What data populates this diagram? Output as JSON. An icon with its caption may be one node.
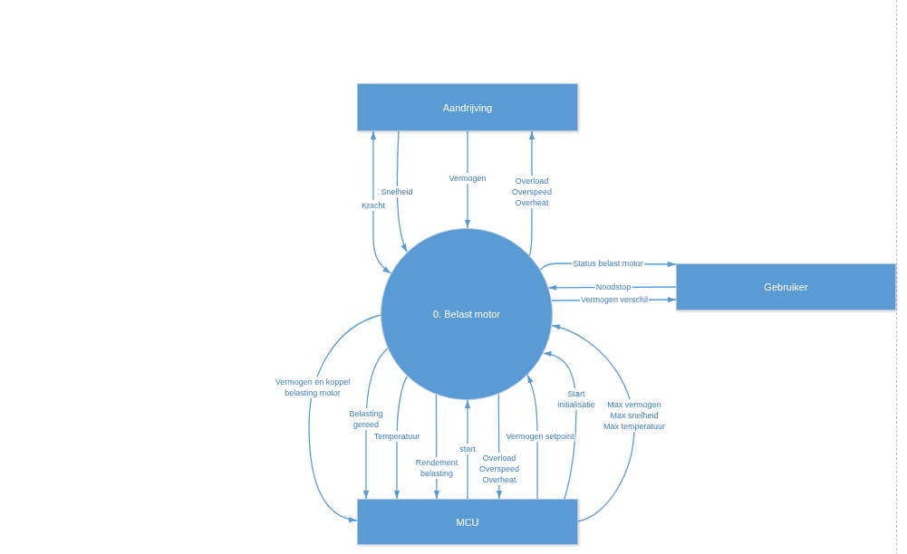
{
  "diagram": {
    "nodes": [
      {
        "text": [
          "Aandrijving"
        ]
      },
      {
        "text": [
          "Gebruiker"
        ]
      },
      {
        "text": [
          "0. Belast motor"
        ]
      },
      {
        "text": [
          "MCU"
        ]
      }
    ],
    "edges": [
      {
        "from": 2,
        "to": 0,
        "arrow": "both",
        "label": "Kracht"
      },
      {
        "from": 0,
        "to": 2,
        "arrow": "to",
        "label": "Snelheid"
      },
      {
        "from": 0,
        "to": 2,
        "arrow": "to",
        "label": "Vermogen"
      },
      {
        "from": 2,
        "to": 0,
        "arrow": "to",
        "label": "Overload Overspeed Overheat"
      },
      {
        "from": 2,
        "to": 1,
        "arrow": "to",
        "label": "Status belast motor"
      },
      {
        "from": 1,
        "to": 2,
        "arrow": "to",
        "label": "Noodstop"
      },
      {
        "from": 2,
        "to": 1,
        "arrow": "to",
        "label": "Vermogen verschil"
      },
      {
        "from": 2,
        "to": 3,
        "arrow": "to",
        "label": "Vermogen en koppel belasting motor"
      },
      {
        "from": 2,
        "to": 3,
        "arrow": "to",
        "label": "Belasting gereed"
      },
      {
        "from": 2,
        "to": 3,
        "arrow": "to",
        "label": "Temperatuur"
      },
      {
        "from": 2,
        "to": 3,
        "arrow": "to",
        "label": "Rendement belasting"
      },
      {
        "from": 3,
        "to": 2,
        "arrow": "to",
        "label": "start"
      },
      {
        "from": 2,
        "to": 3,
        "arrow": "to",
        "label": "Overload Overspeed Overheat"
      },
      {
        "from": 3,
        "to": 2,
        "arrow": "to",
        "label": "Vermogen setpoint"
      },
      {
        "from": 3,
        "to": 2,
        "arrow": "to",
        "label": "Start initialisatie"
      },
      {
        "from": 3,
        "to": 2,
        "arrow": "to",
        "label": "Max vermogen Max snelheid Max temperatuur"
      }
    ]
  }
}
